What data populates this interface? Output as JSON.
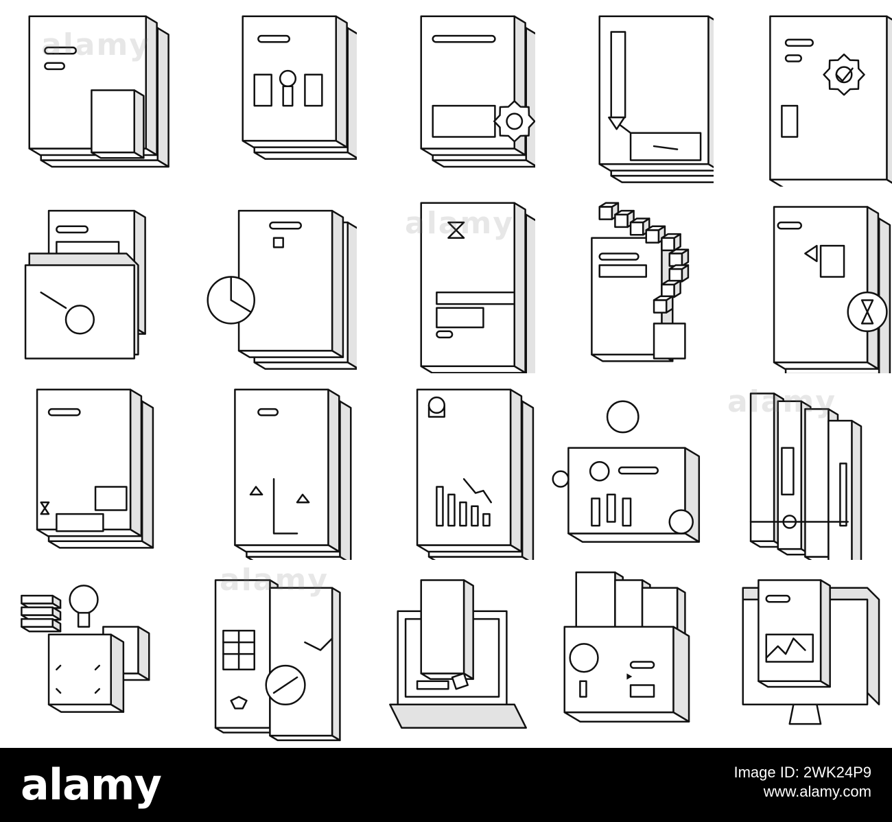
{
  "watermark": {
    "text": "alamy"
  },
  "footer": {
    "logo": "alamy",
    "image_id_label": "Image ID: 2WK24P9",
    "site": "www.alamy.com"
  },
  "icons": [
    {
      "name": "folder-document-icon"
    },
    {
      "name": "layout-document-icon"
    },
    {
      "name": "document-settings-gear-icon"
    },
    {
      "name": "document-arrow-layout-icon"
    },
    {
      "name": "document-gear-check-icon"
    },
    {
      "name": "locked-folder-key-icon"
    },
    {
      "name": "document-pie-chart-icon"
    },
    {
      "name": "document-hourglass-icon"
    },
    {
      "name": "document-cubes-icon"
    },
    {
      "name": "document-time-badge-icon"
    },
    {
      "name": "document-clip-hourglass-icon"
    },
    {
      "name": "document-scales-icon"
    },
    {
      "name": "document-alert-chart-icon"
    },
    {
      "name": "user-dashboard-icon"
    },
    {
      "name": "binders-bookshelf-icon"
    },
    {
      "name": "idea-folder-stack-icon"
    },
    {
      "name": "open-book-chart-icon"
    },
    {
      "name": "laptop-document-icon"
    },
    {
      "name": "archive-box-files-icon"
    },
    {
      "name": "monitor-document-graph-icon"
    }
  ]
}
